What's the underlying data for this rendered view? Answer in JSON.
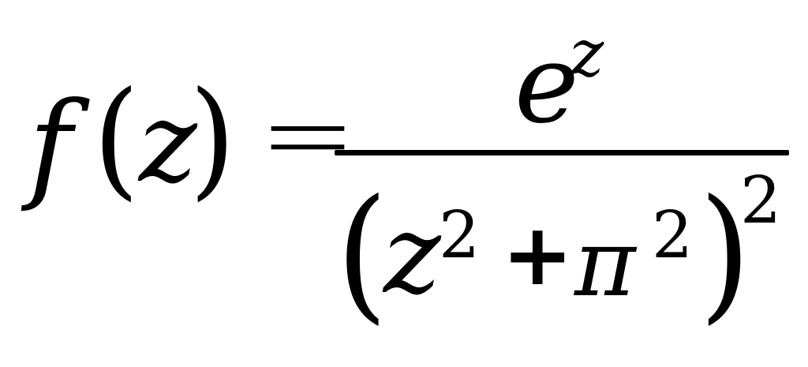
{
  "formula": {
    "lhs": {
      "function_name": "f",
      "open_paren": "(",
      "variable": "z",
      "close_paren": ")"
    },
    "equals": "=",
    "numerator": {
      "base": "e",
      "exponent": "z"
    },
    "denominator": {
      "open_paren": "(",
      "term1_base": "z",
      "term1_exponent": "2",
      "operator": "+",
      "term2_base": "π",
      "term2_exponent": "2",
      "close_paren": ")",
      "outer_exponent": "2"
    }
  }
}
